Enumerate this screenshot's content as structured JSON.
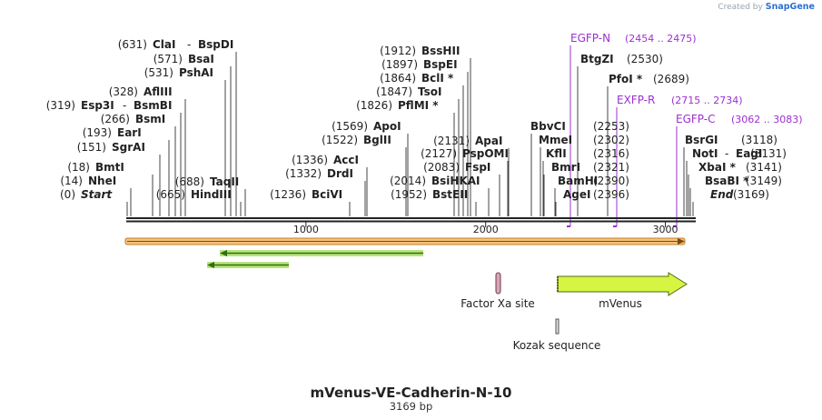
{
  "watermark": {
    "prefix": "Created by",
    "brand": "SnapGene"
  },
  "title": "mVenus-VE-Cadherin-N-10",
  "length_label": "3169 bp",
  "scale": {
    "total_bp": 3169,
    "ticks": [
      1000,
      2000,
      3000
    ],
    "tick_labels": [
      "1000",
      "2000",
      "3000"
    ]
  },
  "left_sites": [
    {
      "pos": "(631)",
      "name": "ClaI",
      "name2": "BspDI",
      "bp": 631
    },
    {
      "pos": "(571)",
      "name": "BsaI",
      "bp": 571
    },
    {
      "pos": "(531)",
      "name": "PshAI",
      "bp": 531
    },
    {
      "pos": "(328)",
      "name": "AflIII",
      "bp": 328
    },
    {
      "pos": "(319)",
      "name": "Esp3I",
      "name2": "BsmBI",
      "bp": 319
    },
    {
      "pos": "(266)",
      "name": "BsmI",
      "bp": 266
    },
    {
      "pos": "(193)",
      "name": "EarI",
      "bp": 193
    },
    {
      "pos": "(151)",
      "name": "SgrAI",
      "bp": 151
    },
    {
      "pos": "(18)",
      "name": "BmtI",
      "bp": 18
    },
    {
      "pos": "(14)",
      "name": "NheI",
      "bp": 14
    },
    {
      "pos": "(0)",
      "name": "Start",
      "bp": 0
    }
  ],
  "mid_left_sites": [
    {
      "pos": "(688)",
      "name": "TaqII",
      "bp": 688
    },
    {
      "pos": "(665)",
      "name": "HindIII",
      "bp": 665
    }
  ],
  "center_sites": [
    {
      "pos": "(1336)",
      "name": "AccI",
      "bp": 1336
    },
    {
      "pos": "(1332)",
      "name": "DrdI",
      "bp": 1332
    },
    {
      "pos": "(1236)",
      "name": "BciVI",
      "bp": 1236
    },
    {
      "pos": "(1569)",
      "name": "ApoI",
      "bp": 1569
    },
    {
      "pos": "(1522)",
      "name": "BglII",
      "bp": 1522
    }
  ],
  "upper_center_sites": [
    {
      "pos": "(1912)",
      "name": "BssHII",
      "bp": 1912
    },
    {
      "pos": "(1897)",
      "name": "BspEI",
      "bp": 1897
    },
    {
      "pos": "(1864)",
      "name": "BclI *",
      "bp": 1864
    },
    {
      "pos": "(1847)",
      "name": "TsoI",
      "bp": 1847
    },
    {
      "pos": "(1826)",
      "name": "PflMI *",
      "bp": 1826
    }
  ],
  "lower_center_sites": [
    {
      "pos": "(2131)",
      "name": "ApaI",
      "bp": 2131
    },
    {
      "pos": "(2127)",
      "name": "PspOMI",
      "bp": 2127
    },
    {
      "pos": "(2083)",
      "name": "FspI",
      "bp": 2083
    },
    {
      "pos": "(2014)",
      "name": "BsiHKAI",
      "bp": 2014
    },
    {
      "pos": "(1952)",
      "name": "BstEII",
      "bp": 1952
    }
  ],
  "right_sites": [
    {
      "pos": "(2253)",
      "name": "BbvCI",
      "bp": 2253
    },
    {
      "pos": "(2302)",
      "name": "MmeI",
      "bp": 2302
    },
    {
      "pos": "(2316)",
      "name": "KflI",
      "bp": 2316
    },
    {
      "pos": "(2321)",
      "name": "BmrI",
      "bp": 2321
    },
    {
      "pos": "(2390)",
      "name": "BamHI",
      "bp": 2390
    },
    {
      "pos": "(2396)",
      "name": "AgeI",
      "bp": 2396
    }
  ],
  "far_right_sites": [
    {
      "pos": "(2530)",
      "name": "BtgZI",
      "bp": 2530
    },
    {
      "pos": "(2689)",
      "name": "PfoI *",
      "bp": 2689
    },
    {
      "pos": "(3118)",
      "name": "BsrGI",
      "bp": 3118
    },
    {
      "pos": "(3131)",
      "name": "NotI",
      "name2": "EagI",
      "bp": 3131
    },
    {
      "pos": "(3141)",
      "name": "XbaI *",
      "bp": 3141
    },
    {
      "pos": "(3149)",
      "name": "BsaBI *",
      "bp": 3149
    },
    {
      "pos": "(3169)",
      "name": "End",
      "bp": 3169
    }
  ],
  "primers": [
    {
      "name": "EGFP-N",
      "range": "(2454 .. 2475)",
      "bp": 2454
    },
    {
      "name": "EXFP-R",
      "range": "(2715 .. 2734)",
      "bp": 2715
    },
    {
      "name": "EGFP-C",
      "range": "(3062 .. 3083)",
      "bp": 3062
    }
  ],
  "features": [
    {
      "label": "Factor Xa site",
      "type": "site"
    },
    {
      "label": "mVenus",
      "type": "cds"
    },
    {
      "label": "Kozak sequence",
      "type": "site"
    }
  ],
  "colors": {
    "backbone": "#222222",
    "orange_bar": "#f0b060",
    "green_arrow": "#2e8b1e",
    "mvenus_fill": "#d6f542",
    "primer": "#9b30d0",
    "factor_xa": "#b57a8a"
  }
}
